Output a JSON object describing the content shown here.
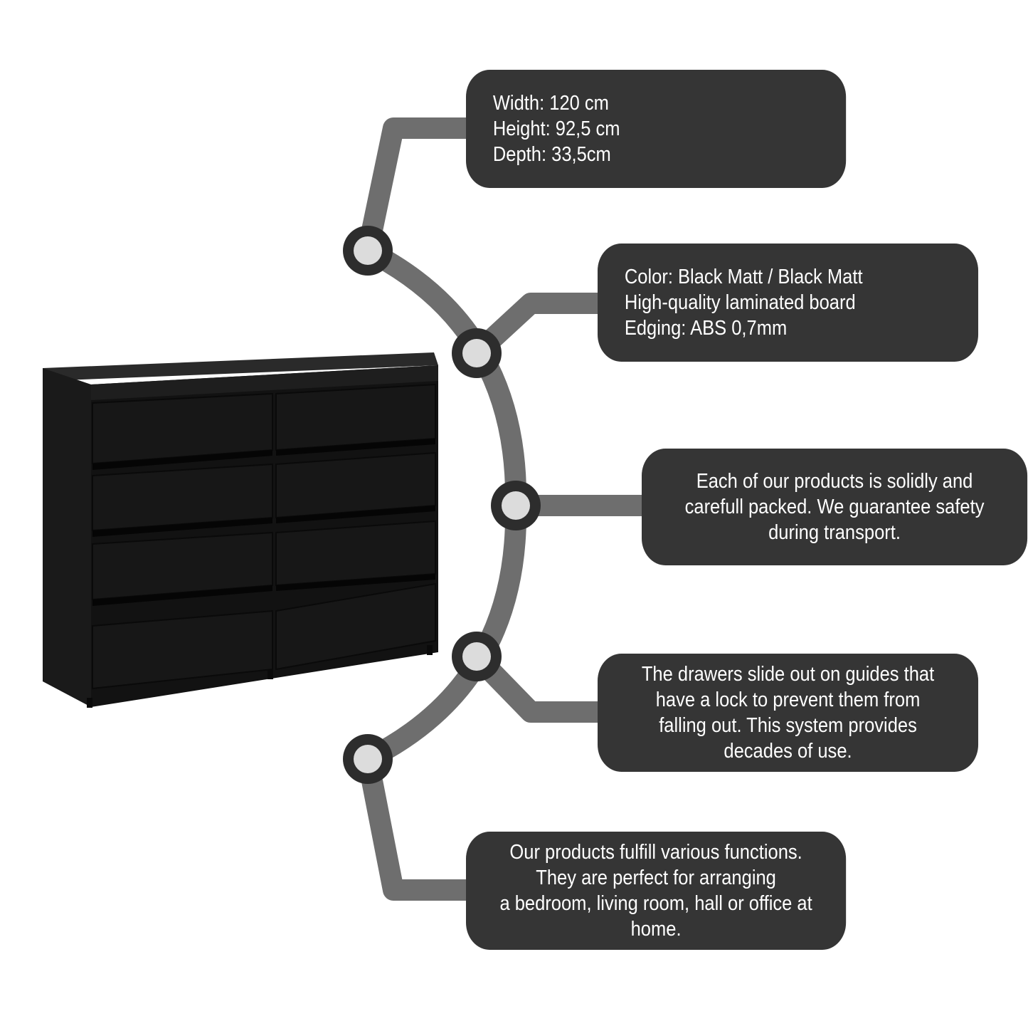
{
  "colors": {
    "background": "#ffffff",
    "box_fill": "#353535",
    "connector": "#6e6e6e",
    "node_ring": "#2d2d2d",
    "node_center": "#dcdcdc",
    "dresser": "#161616"
  },
  "product_image": "black-chest-of-drawers",
  "features": [
    {
      "lines": [
        "Width: 120 cm",
        "Height: 92,5 cm",
        "Depth: 33,5cm"
      ]
    },
    {
      "lines": [
        "Color: Black Matt / Black Matt",
        "High-quality laminated board",
        "Edging: ABS 0,7mm"
      ]
    },
    {
      "lines": [
        "Each of our products is solidly and",
        "carefull packed. We guarantee safety",
        "during transport."
      ]
    },
    {
      "lines": [
        "The drawers slide out on guides that",
        "have a lock to prevent them from",
        "falling out. This system provides",
        "decades of use."
      ]
    },
    {
      "lines": [
        "Our products fulfill various functions.",
        "They are perfect for arranging",
        "a bedroom, living room, hall or office at",
        "home."
      ]
    }
  ]
}
